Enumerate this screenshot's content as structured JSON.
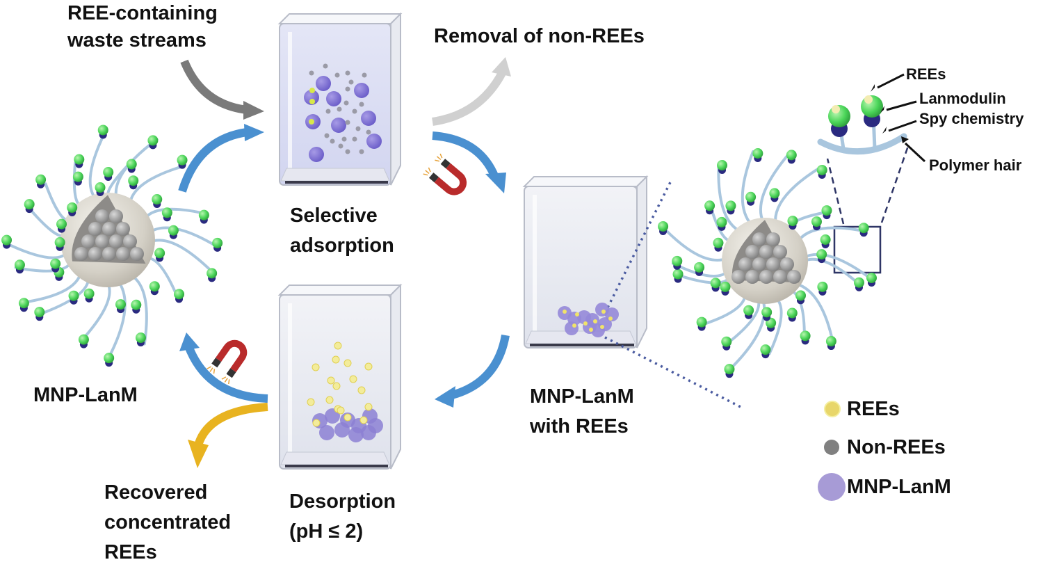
{
  "title": "MNP-LanM rare earth element recovery cycle",
  "labels": {
    "waste_streams": [
      "REE-containing",
      "waste streams"
    ],
    "removal": "Removal of non-REEs",
    "selective_adsorption": [
      "Selective",
      "adsorption"
    ],
    "mnp_lanm_left": "MNP-LanM",
    "mnp_lanm_with_rees": [
      "MNP-LanM",
      "with REEs"
    ],
    "desorption": [
      "Desorption",
      "(pH ≤ 2)"
    ],
    "recovered": [
      "Recovered",
      "concentrated",
      "REEs"
    ]
  },
  "inset": {
    "rees": "REEs",
    "lanmodulin": "Lanmodulin",
    "spy_chemistry": "Spy chemistry",
    "polymer_hair": "Polymer hair"
  },
  "legend": [
    {
      "label": "REEs",
      "color": "#e8d66a",
      "icon": "ree-dot-icon"
    },
    {
      "label": "Non-REEs",
      "color": "#808080",
      "icon": "non-ree-dot-icon"
    },
    {
      "label": "MNP-LanM",
      "color": "#a79bd6",
      "icon": "mnp-lanm-dot-icon"
    }
  ],
  "colors": {
    "cycle_arrow": "#4a90d0",
    "input_arrow": "#7a7a7a",
    "removal_arrow": "#d0d0d0",
    "recovery_arrow": "#e8b320",
    "magnet": "#b92b2b",
    "mnp_bead": "#7a6ed0",
    "lanmodulin": "#4cd65a",
    "spy": "#2a2a80",
    "polymer": "#a9c6de",
    "core": "#d8d4cc"
  }
}
